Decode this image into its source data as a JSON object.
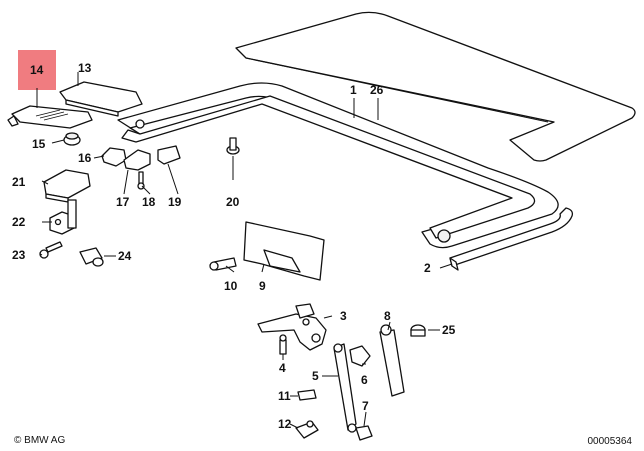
{
  "highlight_color": "#f07c80",
  "callouts": {
    "c1": "1",
    "c2": "2",
    "c3": "3",
    "c4": "4",
    "c5": "5",
    "c6": "6",
    "c7": "7",
    "c8": "8",
    "c9": "9",
    "c10": "10",
    "c11": "11",
    "c12": "12",
    "c13": "13",
    "c14": "14",
    "c15": "15",
    "c16": "16",
    "c17": "17",
    "c18": "18",
    "c19": "19",
    "c20": "20",
    "c21": "21",
    "c22": "22",
    "c23": "23",
    "c24": "24",
    "c25": "25",
    "c26": "26"
  },
  "footer": {
    "copyright": "© BMW AG",
    "diagram_number": "00005364"
  }
}
